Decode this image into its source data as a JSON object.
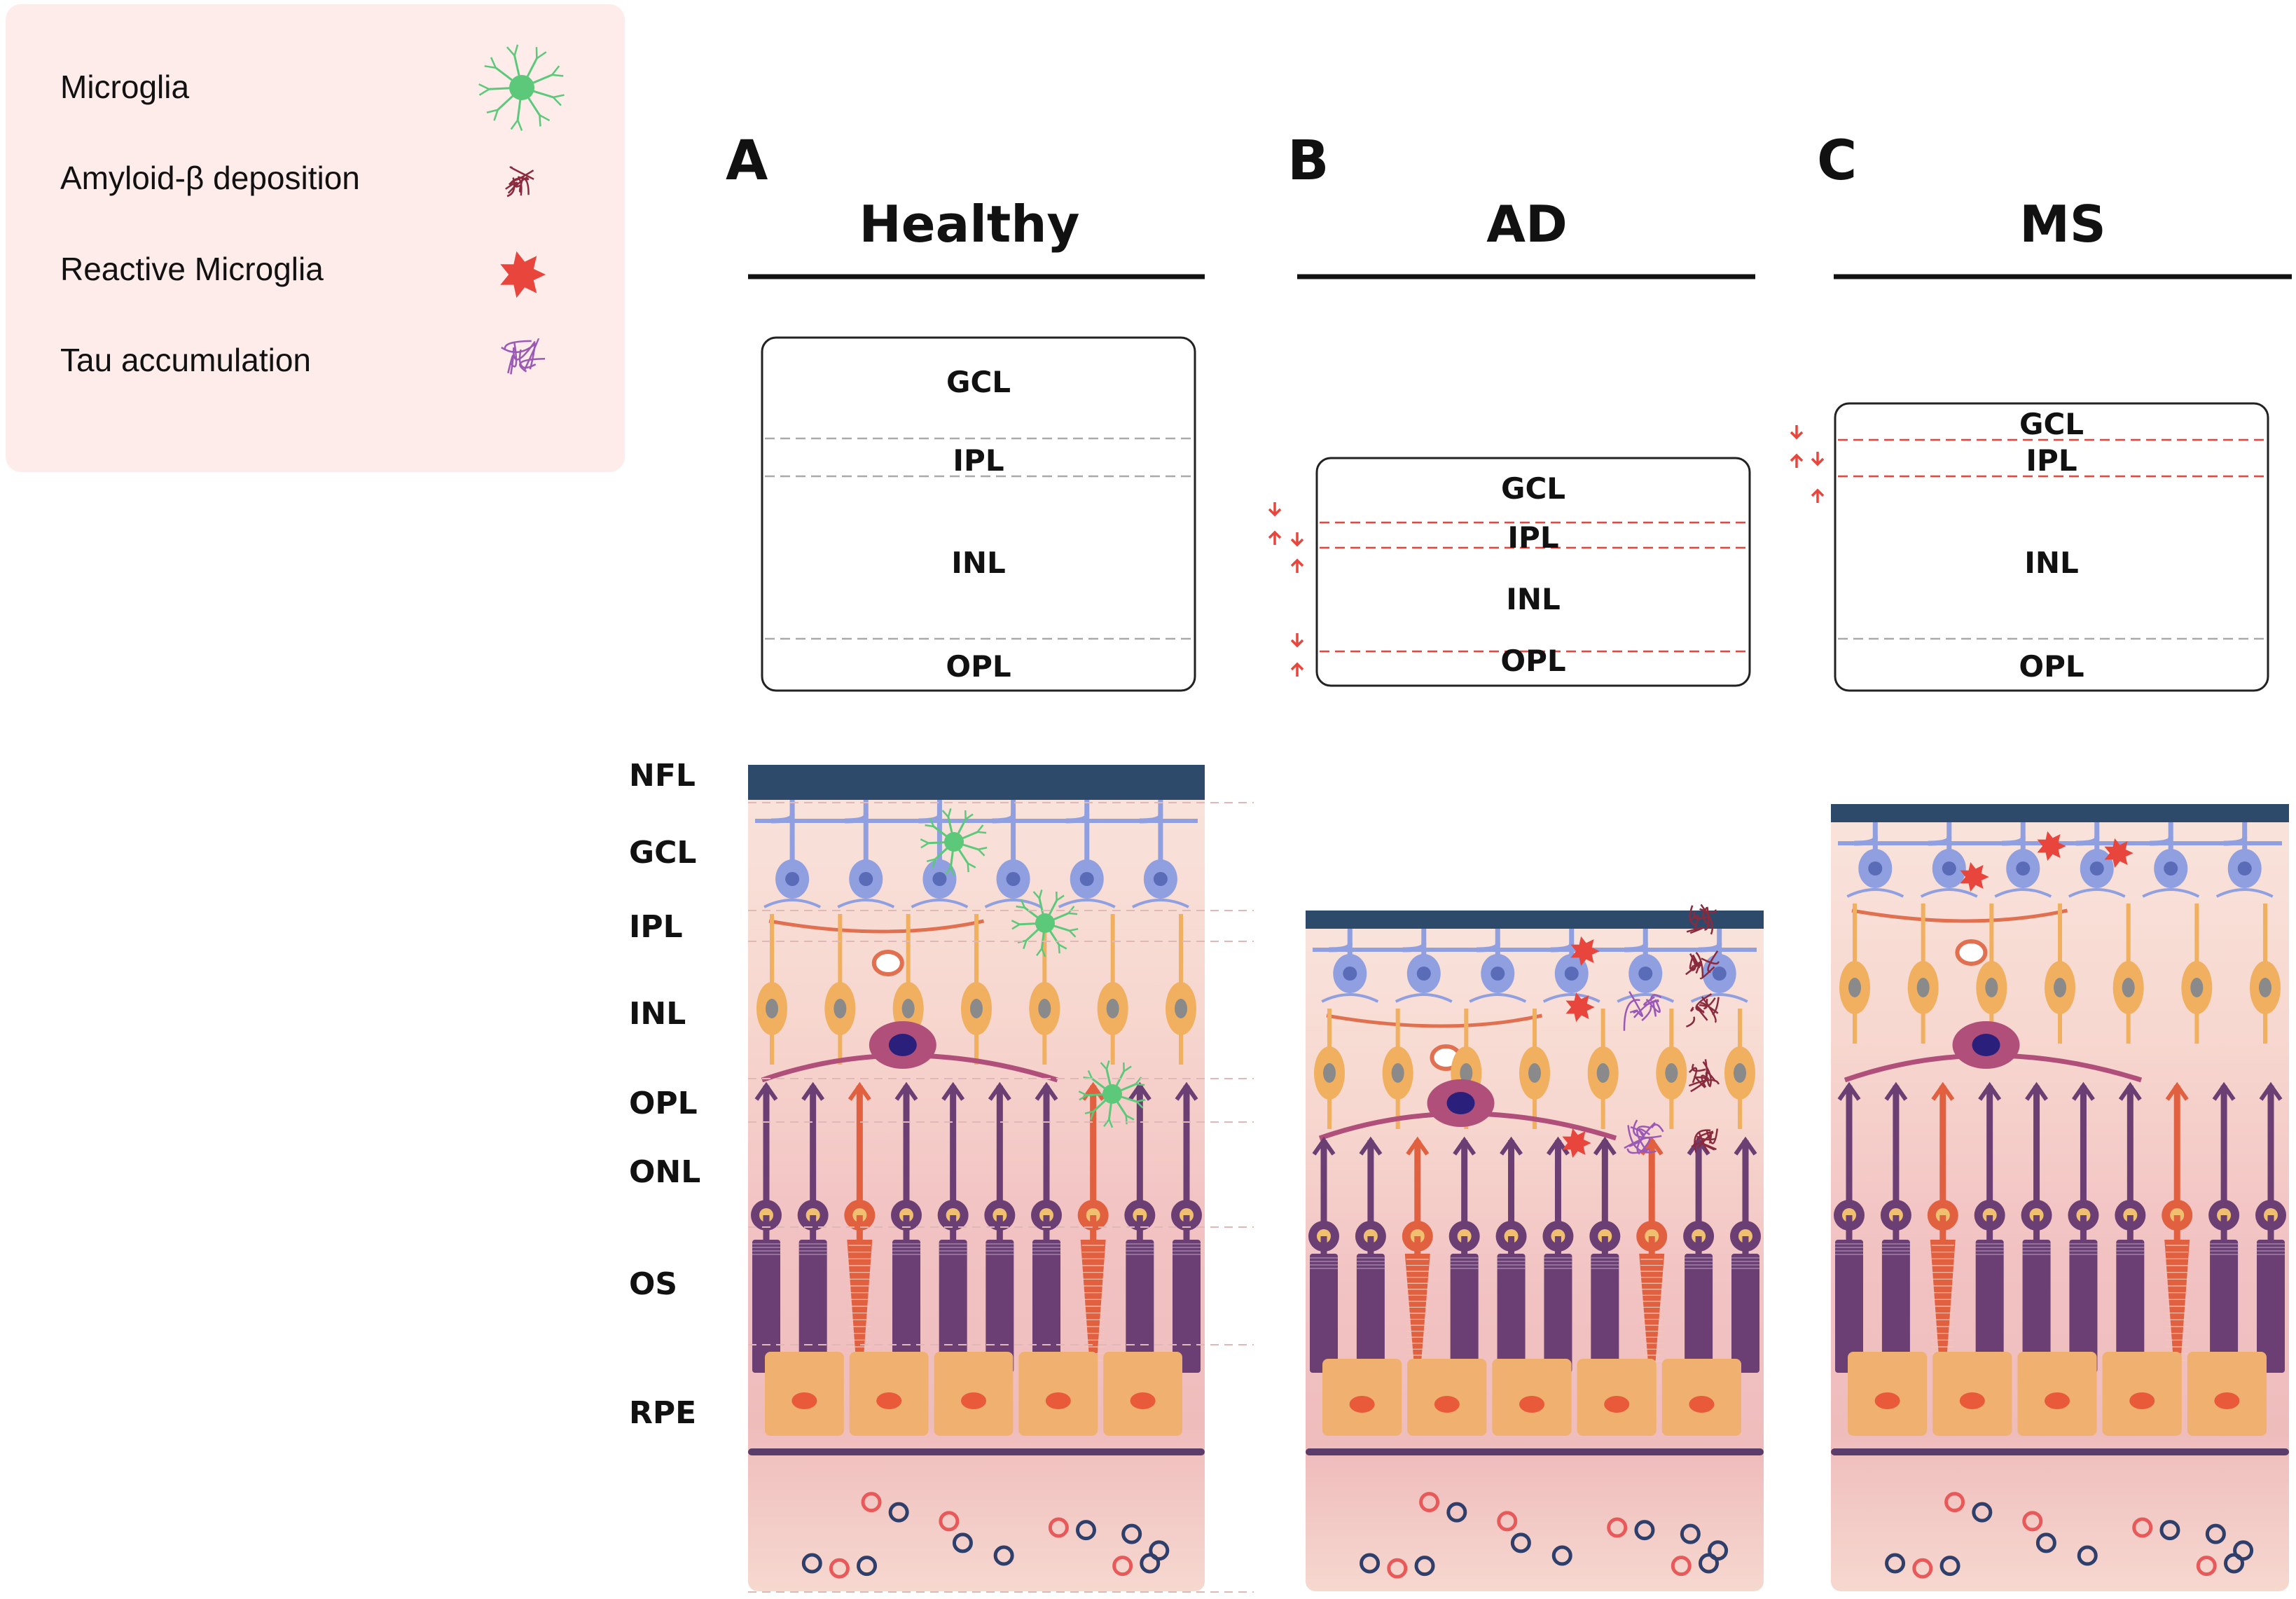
{
  "legend": {
    "items": [
      {
        "label": "Microglia",
        "icon": "microglia-icon",
        "color": "#5cc97a"
      },
      {
        "label": "Amyloid-β deposition",
        "icon": "amyloid-icon",
        "color": "#8a2a3e"
      },
      {
        "label": "Reactive Microglia",
        "icon": "reactive-microglia-icon",
        "color": "#e8453c"
      },
      {
        "label": "Tau accumulation",
        "icon": "tau-icon",
        "color": "#9b59b6"
      }
    ]
  },
  "panels": [
    {
      "letter": "A",
      "title": "Healthy",
      "thickness_layers": [
        "GCL",
        "IPL",
        "INL",
        "OPL"
      ]
    },
    {
      "letter": "B",
      "title": "AD",
      "thickness_layers": [
        "GCL",
        "IPL",
        "INL",
        "OPL"
      ]
    },
    {
      "letter": "C",
      "title": "MS",
      "thickness_layers": [
        "GCL",
        "IPL",
        "INL",
        "OPL"
      ]
    }
  ],
  "retina_layers": [
    "NFL",
    "GCL",
    "IPL",
    "INL",
    "OPL",
    "ONL",
    "OS",
    "RPE"
  ],
  "colors": {
    "nfl": "#2e4a6b",
    "ganglion": "#8f9fe0",
    "bipolar": "#f0b060",
    "amacrine": "#e07050",
    "horizontal": "#b0507a",
    "rod": "#6b3f73",
    "cone": "#e06040",
    "rpe": "#f0b070",
    "vessel_red": "#e85a5a",
    "vessel_blue": "#2e3f6b",
    "legend_bg": "#fdecea",
    "dashed_red": "#e8453c"
  }
}
